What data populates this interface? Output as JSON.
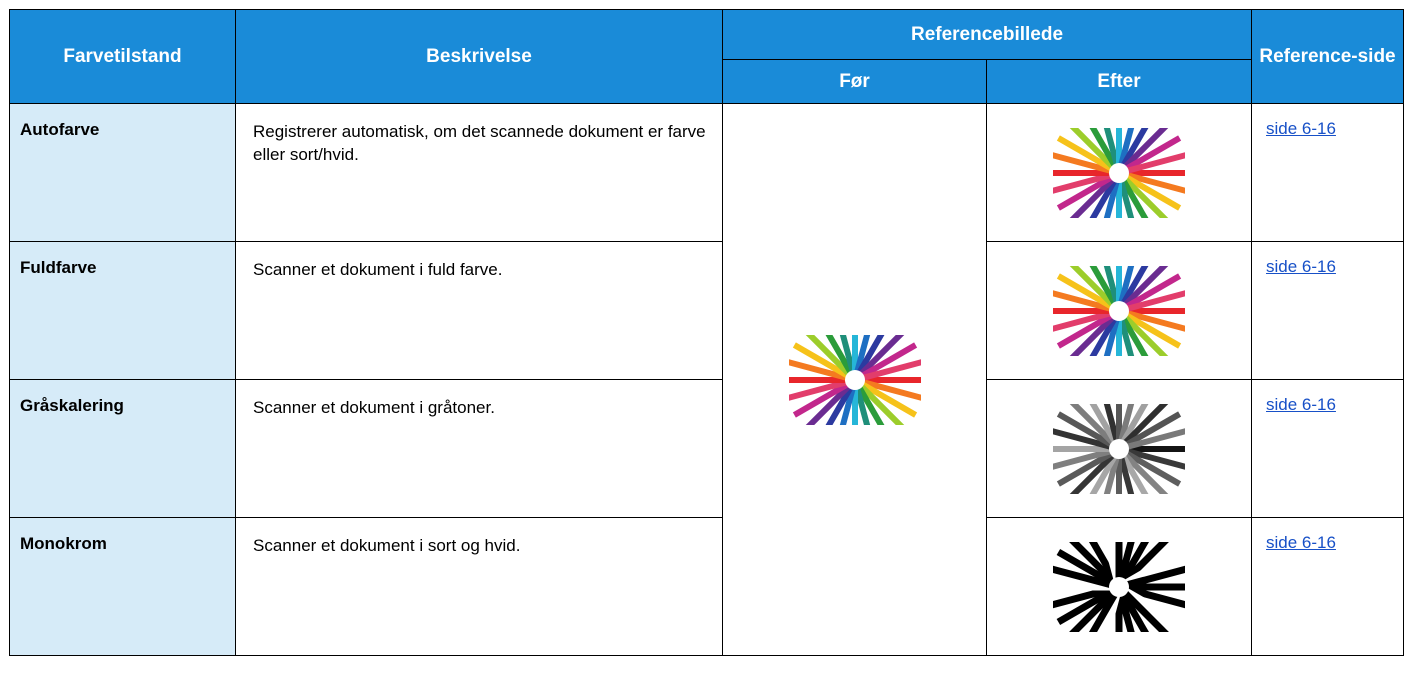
{
  "header": {
    "col_mode": "Farvetilstand",
    "col_desc": "Beskrivelse",
    "col_ref_image": "Referencebillede",
    "col_before": "Før",
    "col_after": "Efter",
    "col_ref_page": "Reference-side"
  },
  "rows": [
    {
      "mode": "Autofarve",
      "description": "Registrerer automatisk, om det scannede dokument er farve eller sort/hvid.",
      "after_style": "color",
      "ref": "side 6-16"
    },
    {
      "mode": "Fuldfarve",
      "description": "Scanner et dokument i fuld farve.",
      "after_style": "color",
      "ref": "side 6-16"
    },
    {
      "mode": "Gråskalering",
      "description": "Scanner et dokument i gråtoner.",
      "after_style": "grayscale",
      "ref": "side 6-16"
    },
    {
      "mode": "Monokrom",
      "description": "Scanner et dokument i sort og hvid.",
      "after_style": "monochrome",
      "ref": "side 6-16"
    }
  ],
  "colors": {
    "header_bg": "#1a8bd8",
    "mode_cell_bg": "#d6ebf8",
    "link": "#1750c7"
  },
  "images": {
    "before": "color-pencils-burst-icon",
    "after_color": "color-pencils-burst-icon",
    "after_grayscale": "grayscale-pencils-burst-icon",
    "after_monochrome": "monochrome-pencils-burst-icon"
  }
}
